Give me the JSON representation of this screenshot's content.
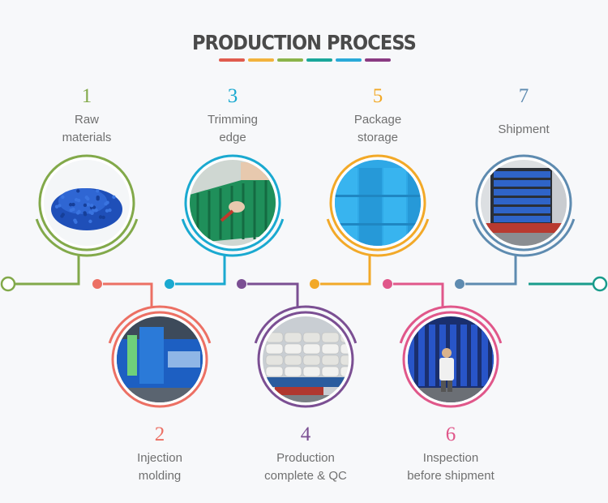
{
  "title": "PRODUCTION PROCESS",
  "title_stripe_colors": [
    "#e05b4e",
    "#f2b33d",
    "#8bb44a",
    "#1aa79a",
    "#2aa9d8",
    "#8a3a82"
  ],
  "steps": [
    {
      "number": "1",
      "lines": [
        "Raw",
        "materials"
      ],
      "color": "#82a94a",
      "photo": "blue-plastic-granules-photo"
    },
    {
      "number": "2",
      "lines": [
        "Injection",
        "molding"
      ],
      "color": "#ec7064",
      "photo": "injection-molding-machine-photo"
    },
    {
      "number": "3",
      "lines": [
        "Trimming",
        "edge"
      ],
      "color": "#1aa9d0",
      "photo": "trimming-pallet-edge-photo"
    },
    {
      "number": "4",
      "lines": [
        "Production",
        "complete & QC"
      ],
      "color": "#7b4f93",
      "photo": "bagged-material-on-pallets-photo"
    },
    {
      "number": "5",
      "lines": [
        "Package",
        "storage"
      ],
      "color": "#f2a928",
      "photo": "stacked-blue-pallets-photo"
    },
    {
      "number": "6",
      "lines": [
        "Inspection",
        "before shipment"
      ],
      "color": "#e0578a",
      "photo": "warehouse-inspection-photo"
    },
    {
      "number": "7",
      "lines": [
        "Shipment"
      ],
      "color": "#5e8bb0",
      "photo": "container-loading-photo"
    }
  ],
  "timeline_start_color": "#82a94a",
  "timeline_end_color": "#1a9c8c"
}
